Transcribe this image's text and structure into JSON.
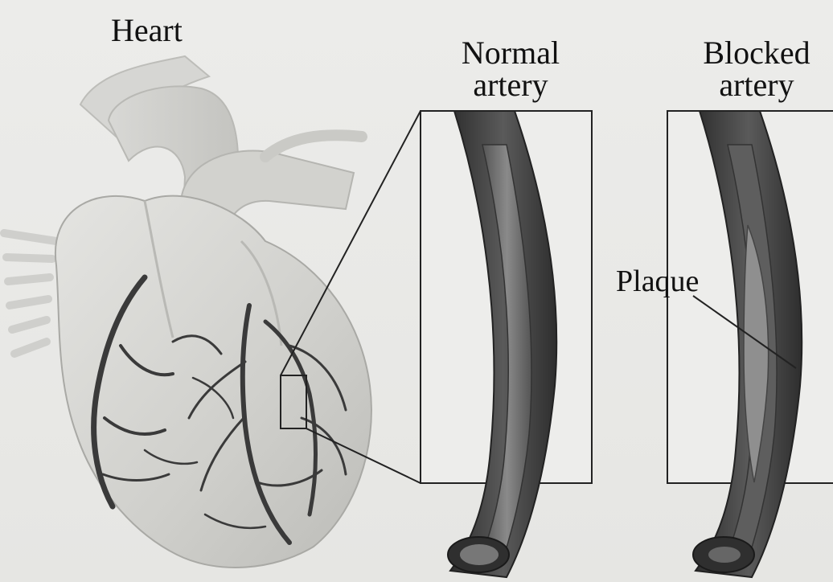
{
  "labels": {
    "heart": "Heart",
    "normal_line1": "Normal",
    "normal_line2": "artery",
    "blocked_line1": "Blocked",
    "blocked_line2": "artery",
    "plaque": "Plaque"
  },
  "colors": {
    "background": "#e9e9e7",
    "heart_fill": "#cfcfcc",
    "vessel": "#3a3a3a",
    "artery_wall": "#4a4a4a",
    "artery_lumen": "#6b6b6b",
    "box_stroke": "#222222"
  }
}
